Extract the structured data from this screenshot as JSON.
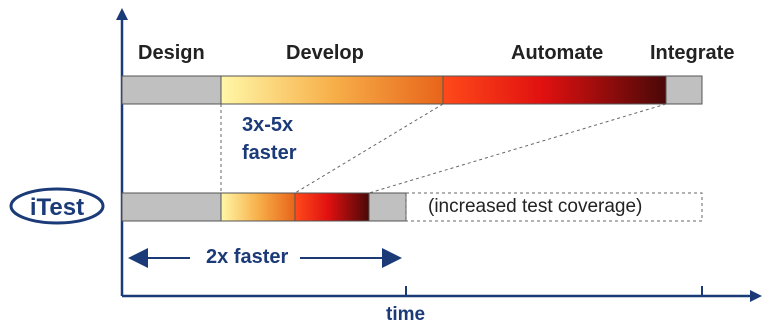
{
  "phases": {
    "design": "Design",
    "develop": "Develop",
    "automate": "Automate",
    "integrate": "Integrate"
  },
  "speedup_label_line1": "3x-5x",
  "speedup_label_line2": "faster",
  "overall_label": "2x faster",
  "coverage_label": "(increased test coverage)",
  "axis_label": "time",
  "logo_text": "iTest",
  "colors": {
    "gray_segment": "#c0c0c0",
    "axis": "#1b3a78",
    "text_blue": "#1b3a78"
  }
}
